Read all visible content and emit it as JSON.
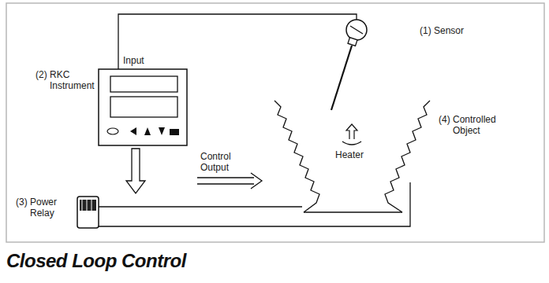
{
  "diagram": {
    "title": "Closed Loop Control",
    "labels": [
      "(1) Sensor",
      "Input",
      "(2) RKC Instrument",
      "Control Output",
      "Heater",
      "(3) Power Relay",
      "(4) Controlled Object"
    ]
  }
}
